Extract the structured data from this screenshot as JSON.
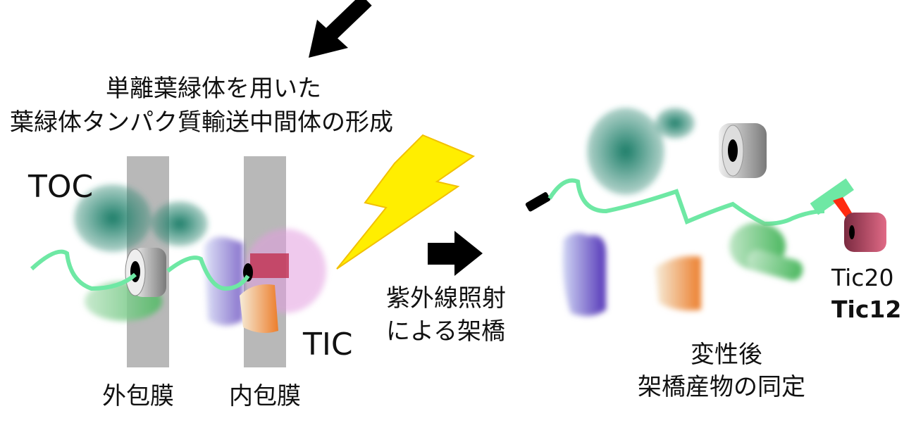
{
  "title": {
    "line1": "単離葉緑体を用いた",
    "line2": "葉緑体タンパク質輸送中間体の形成"
  },
  "labels": {
    "toc": "TOC",
    "tic": "TIC",
    "outer_membrane": "外包膜",
    "inner_membrane": "内包膜",
    "uv_line1": "紫外線照射",
    "uv_line2": "による架橋",
    "tic20": "Tic20",
    "tic12": "Tic12",
    "result_line1": "変性後",
    "result_line2": "架橋産物の同定"
  },
  "colors": {
    "membrane": "#b8b8b8",
    "peptide": "#6ee8a4",
    "toc": "#2e8a74",
    "lightning": "#ffee00",
    "crosslink": "#ff2a10"
  }
}
